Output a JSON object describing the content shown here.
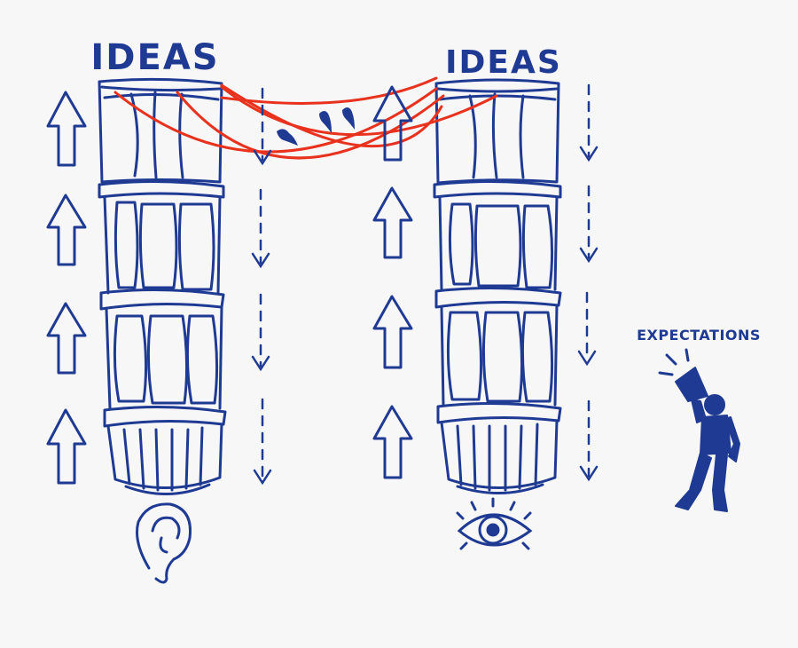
{
  "labels": {
    "left_column_title": "IDEAS",
    "right_column_title": "IDEAS",
    "figure_caption": "EXPECTATIONS"
  },
  "colors": {
    "ink": "#1f3a93",
    "wire": "#e8321e",
    "background": "#f7f7f8"
  },
  "icons": {
    "left_sense": "ear-icon",
    "right_sense": "eye-icon",
    "figure": "person-with-megaphone-icon"
  }
}
